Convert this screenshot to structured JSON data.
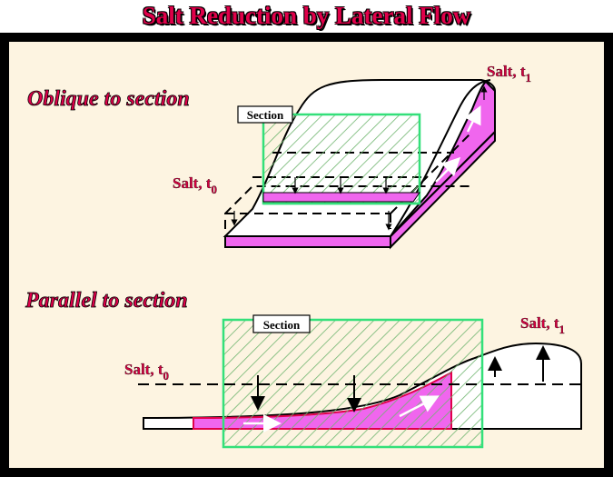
{
  "title": "Salt Reduction by Lateral Flow",
  "top_panel": {
    "heading": "Oblique to section",
    "section_label": "Section",
    "label_t0": "Salt, t",
    "label_t0_sub": "0",
    "label_t1": "Salt, t",
    "label_t1_sub": "1"
  },
  "bottom_panel": {
    "heading": "Parallel to section",
    "section_label": "Section",
    "label_t0": "Salt, t",
    "label_t0_sub": "0",
    "label_t1": "Salt, t",
    "label_t1_sub": "1"
  },
  "colors": {
    "frame": "#000000",
    "background": "#fdf4e1",
    "salt_fill": "#f066ee",
    "section_outline": "#33e07a",
    "hatch": "#6fb56f",
    "label_red": "#d40040",
    "heading_red": "#e0004a"
  }
}
